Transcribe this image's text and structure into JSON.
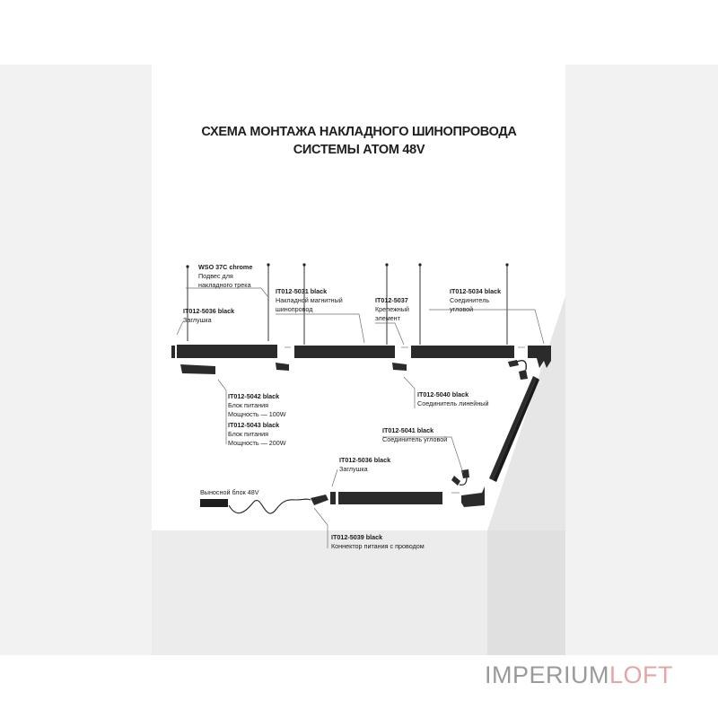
{
  "title": {
    "line1": "СХЕМА МОНТАЖА НАКЛАДНОГО ШИНОПРОВОДА",
    "line2": "СИСТЕМЫ АТОМ 48V"
  },
  "labels": [
    {
      "id": "wso37c",
      "code": "WSO 37C chrome",
      "lines": [
        "Подвес для",
        "накладного  трека"
      ]
    },
    {
      "id": "it5036a",
      "code": "IT012-5036 black",
      "lines": [
        "Заглушка"
      ]
    },
    {
      "id": "it5031",
      "code": "IT012-5031 black",
      "lines": [
        "Накладной магнитный",
        "шинопровод"
      ]
    },
    {
      "id": "it5037",
      "code": "IT012-5037",
      "lines": [
        "Крепежный",
        "элемент"
      ]
    },
    {
      "id": "it5034",
      "code": "IT012-5034 black",
      "lines": [
        "Соединитель",
        "угловой"
      ]
    },
    {
      "id": "it5040",
      "code": "IT012-5040 black",
      "lines": [
        "Соединитель линейный"
      ]
    },
    {
      "id": "it5042",
      "code": "IT012-5042 black",
      "lines": [
        "Блок питания",
        "Мощность — 100W"
      ]
    },
    {
      "id": "it5043",
      "code": "IT012-5043 black",
      "lines": [
        "Блок питания",
        "Мощность — 200W"
      ]
    },
    {
      "id": "it5041",
      "code": "IT012-5041 black",
      "lines": [
        "Соединитель  угловой"
      ]
    },
    {
      "id": "it5036b",
      "code": "IT012-5036 black",
      "lines": [
        "Заглушка"
      ]
    },
    {
      "id": "remote",
      "code": "",
      "lines": [
        "Выносной блок 48V"
      ]
    },
    {
      "id": "it5039",
      "code": "IT012-5039 black",
      "lines": [
        "Коннектор питания с проводом"
      ]
    }
  ],
  "brand": {
    "part1": "IMPERIUM",
    "part2": "LOFT",
    "color1": "#9a9a9a",
    "color2": "#e3a6a6"
  },
  "colors": {
    "track": "#2b2b2b",
    "leader": "#6a6a6a",
    "wall": "#f2f2f2",
    "floor": "#ececec"
  }
}
